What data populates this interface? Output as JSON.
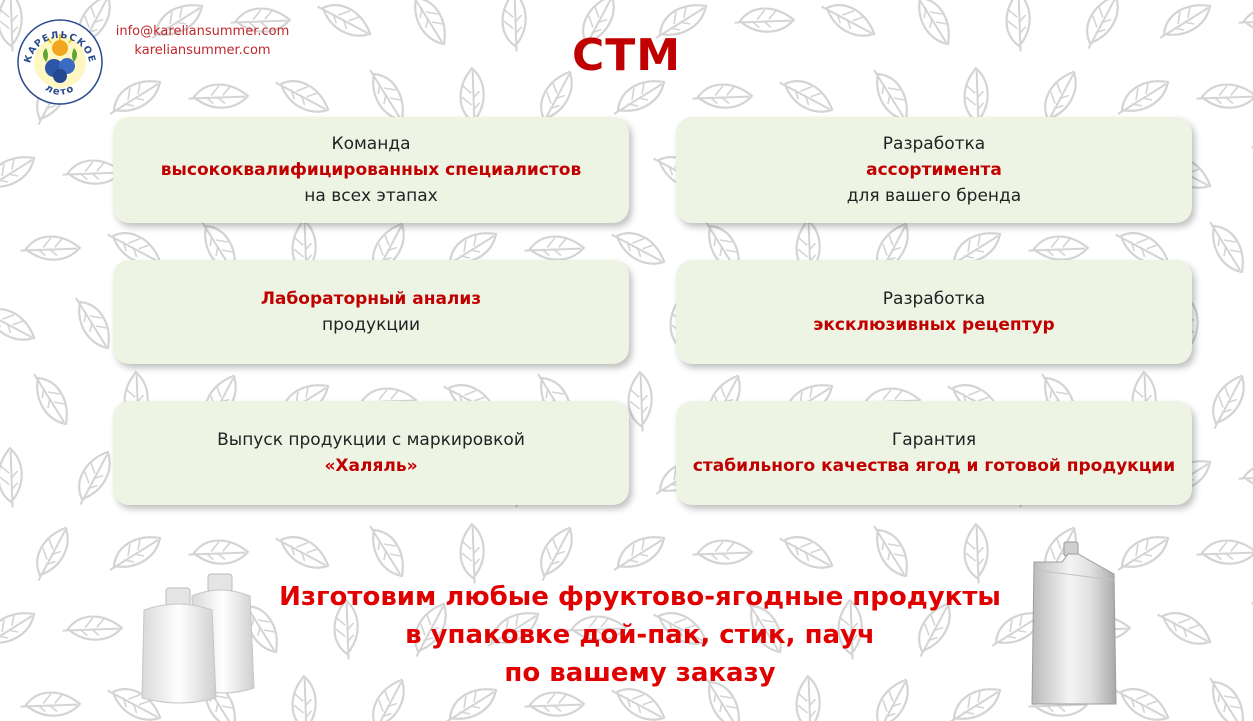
{
  "logo": {
    "text_top": "КАРЕЛЬСКОЕ",
    "text_bottom": "лето"
  },
  "contact": {
    "email": "info@kareliansummer.com",
    "site": "kareliansummer.com"
  },
  "title": "СТМ",
  "cards": [
    {
      "line1": "Команда",
      "line2": "высококвалифицированных специалистов",
      "line3": "на всех этапах"
    },
    {
      "line1": "Разработка",
      "line2": "ассортимента",
      "line3": "для вашего бренда"
    },
    {
      "line1": "Лабораторный анализ",
      "line2": "продукции"
    },
    {
      "line1": "Разработка",
      "line2": "эксклюзивных рецептур"
    },
    {
      "line1": "Выпуск продукции с маркировкой",
      "line2": "«Халяль»"
    },
    {
      "line1": "Гарантия",
      "line2": "стабильного качества ягод и готовой продукции"
    }
  ],
  "slogan": {
    "line1": "Изготовим любые фруктово-ягодные продукты",
    "line2": "в упаковке дой-пак, стик, пауч",
    "line3": "по вашему заказу"
  },
  "colors": {
    "accent": "#c00000",
    "card_bg": "#eef4e4",
    "leaf": "#d4d4d4"
  },
  "icons": [
    "leaf-pattern",
    "logo-emblem",
    "pouch-pack-icon",
    "doypack-icon"
  ]
}
